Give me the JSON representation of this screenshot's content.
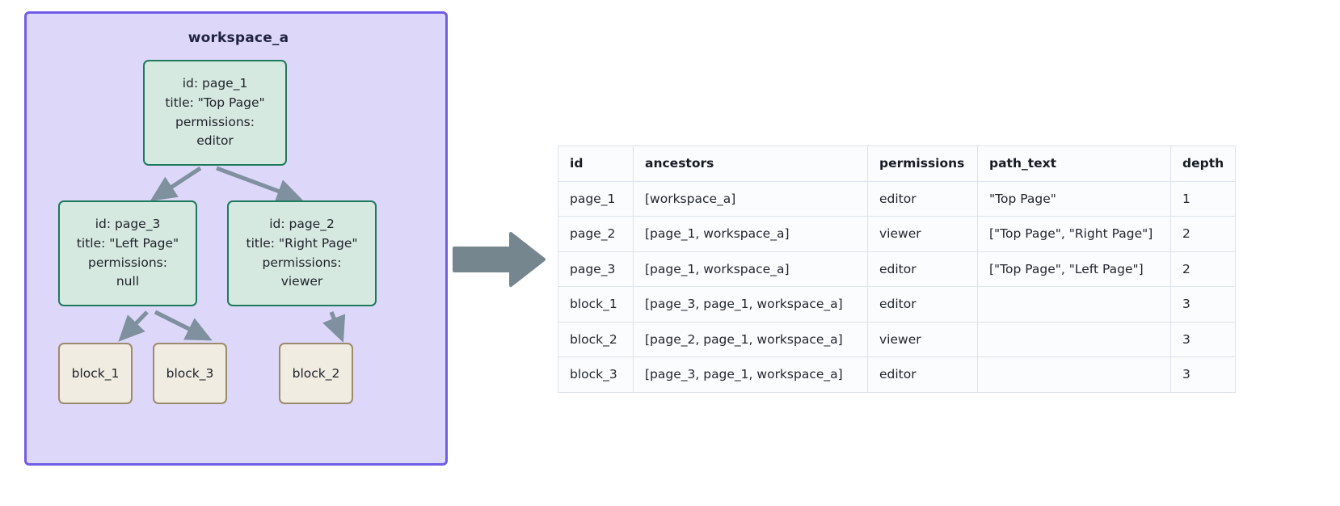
{
  "workspace": {
    "title": "workspace_a",
    "border_color": "#6f5ce8",
    "fill_color": "#ddd8fa",
    "nodes": [
      {
        "key": "page_1",
        "kind": "page",
        "lines": [
          "id: page_1",
          "title: \"Top Page\"",
          "permissions:",
          "editor"
        ],
        "id_line": "id: page_1",
        "title_line": "title: \"Top Page\"",
        "permissions_label": "permissions:",
        "permissions_value": "editor"
      },
      {
        "key": "page_3",
        "kind": "page",
        "lines": [
          "id: page_3",
          "title: \"Left Page\"",
          "permissions:",
          "null"
        ],
        "id_line": "id: page_3",
        "title_line": "title: \"Left Page\"",
        "permissions_label": "permissions:",
        "permissions_value": "null"
      },
      {
        "key": "page_2",
        "kind": "page",
        "lines": [
          "id: page_2",
          "title: \"Right Page\"",
          "permissions:",
          "viewer"
        ],
        "id_line": "id: page_2",
        "title_line": "title: \"Right Page\"",
        "permissions_label": "permissions:",
        "permissions_value": "viewer"
      },
      {
        "key": "block_1",
        "kind": "block",
        "label": "block_1"
      },
      {
        "key": "block_3",
        "kind": "block",
        "label": "block_3"
      },
      {
        "key": "block_2",
        "kind": "block",
        "label": "block_2"
      }
    ],
    "edges": [
      {
        "from": "page_1",
        "to": "page_3"
      },
      {
        "from": "page_1",
        "to": "page_2"
      },
      {
        "from": "page_3",
        "to": "block_1"
      },
      {
        "from": "page_3",
        "to": "block_3"
      },
      {
        "from": "page_2",
        "to": "block_2"
      }
    ],
    "node_colors": {
      "page_fill": "#d6e9e0",
      "page_border": "#1f7a5c",
      "block_fill": "#f0ece1",
      "block_border": "#9c8a6c",
      "edge_color": "#7f909e"
    }
  },
  "transition": {
    "icon": "right-arrow-icon",
    "color": "#75868f"
  },
  "table": {
    "columns": [
      "id",
      "ancestors",
      "permissions",
      "path_text",
      "depth"
    ],
    "rows": [
      {
        "id": "page_1",
        "ancestors": "[workspace_a]",
        "permissions": "editor",
        "path_text": "\"Top Page\"",
        "depth": "1"
      },
      {
        "id": "page_2",
        "ancestors": "[page_1, workspace_a]",
        "permissions": "viewer",
        "path_text": "[\"Top Page\", \"Right Page\"]",
        "depth": "2"
      },
      {
        "id": "page_3",
        "ancestors": "[page_1, workspace_a]",
        "permissions": "editor",
        "path_text": "[\"Top Page\", \"Left Page\"]",
        "depth": "2"
      },
      {
        "id": "block_1",
        "ancestors": "[page_3, page_1, workspace_a]",
        "permissions": "editor",
        "path_text": "",
        "depth": "3"
      },
      {
        "id": "block_2",
        "ancestors": "[page_2, page_1, workspace_a]",
        "permissions": "viewer",
        "path_text": "",
        "depth": "3"
      },
      {
        "id": "block_3",
        "ancestors": "[page_3, page_1, workspace_a]",
        "permissions": "editor",
        "path_text": "",
        "depth": "3"
      }
    ]
  }
}
